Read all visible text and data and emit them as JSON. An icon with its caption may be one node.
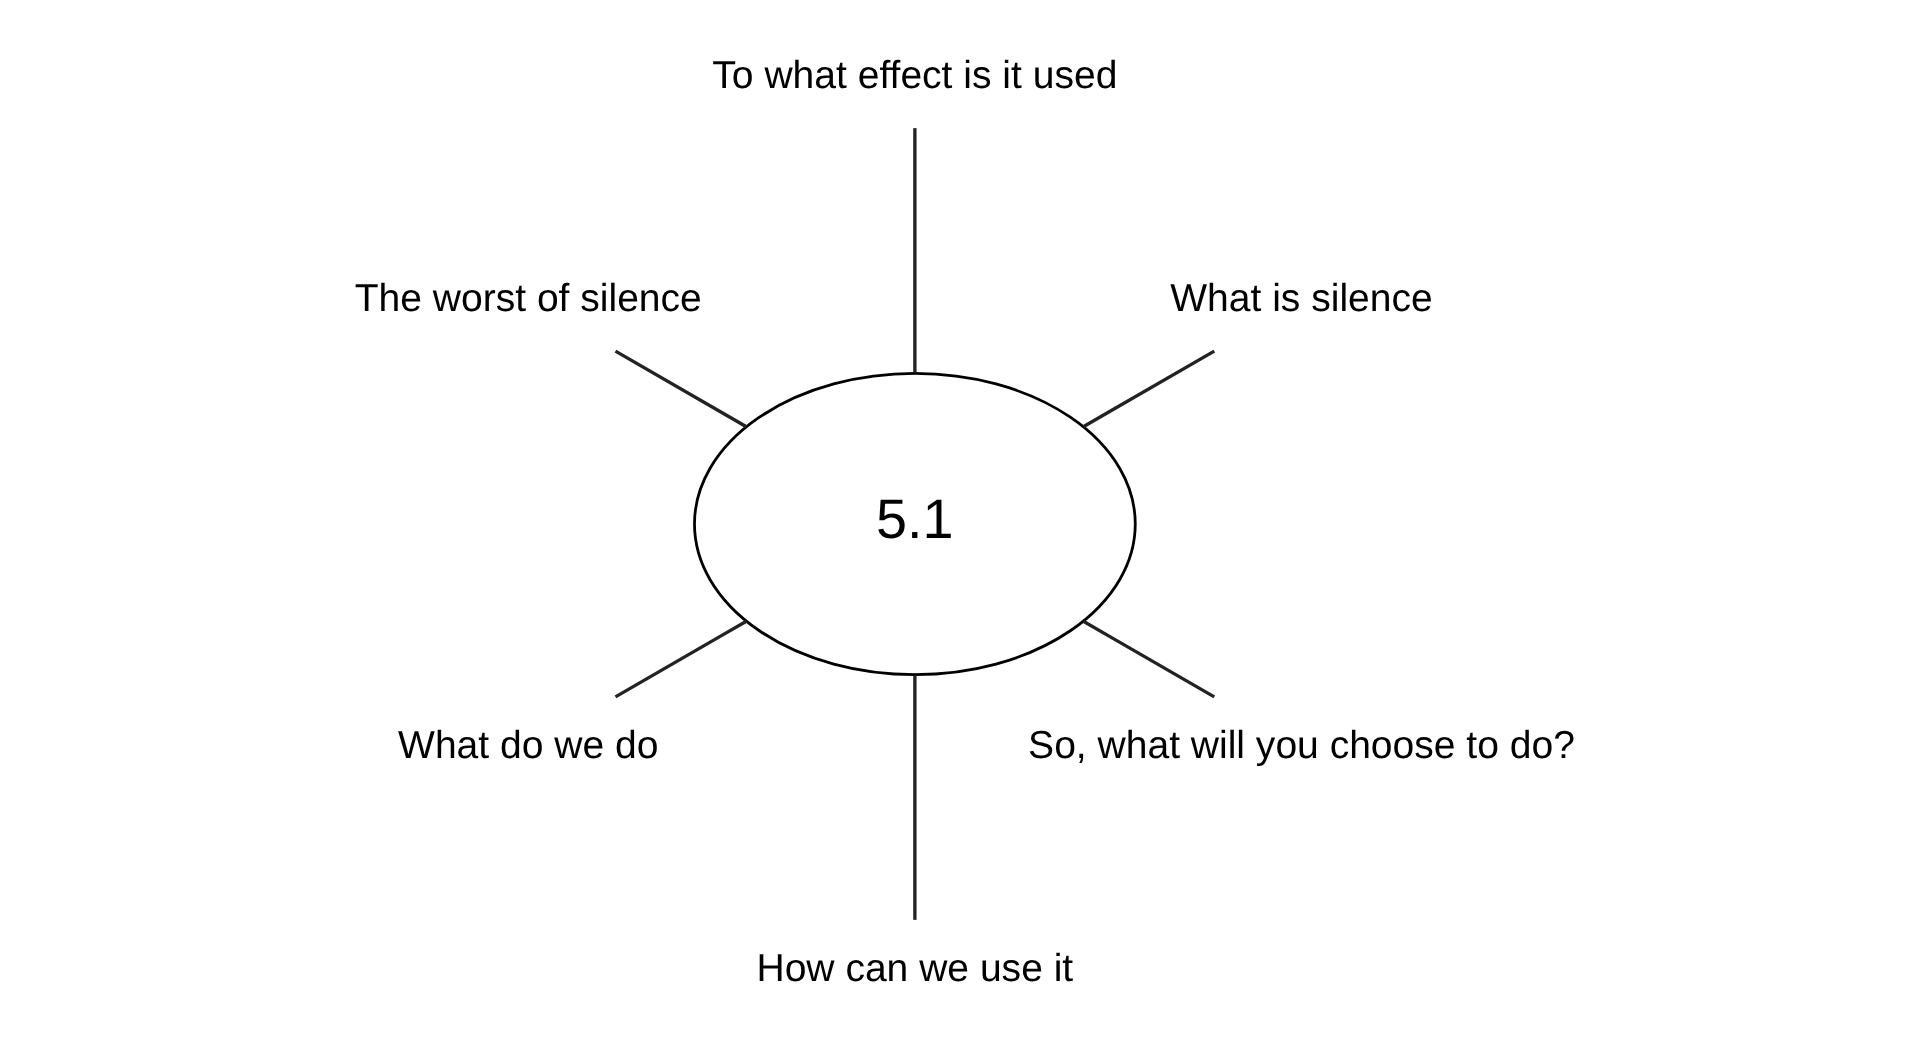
{
  "diagram": {
    "nodes": [
      {
        "text": [
          "5.1"
        ]
      },
      {
        "text": [
          "What is silence"
        ]
      },
      {
        "text": [
          "To what effect is it used"
        ]
      },
      {
        "text": [
          "The worst of silence"
        ]
      },
      {
        "text": [
          "What do we do"
        ]
      },
      {
        "text": [
          "How can we use it"
        ]
      },
      {
        "text": [
          "So, what will you choose to do?"
        ]
      }
    ],
    "edges": [
      {
        "from": 0,
        "to": 1,
        "arrow": "none"
      },
      {
        "from": 0,
        "to": 2,
        "arrow": "none"
      },
      {
        "from": 0,
        "to": 3,
        "arrow": "none"
      },
      {
        "from": 0,
        "to": 4,
        "arrow": "none"
      },
      {
        "from": 0,
        "to": 5,
        "arrow": "none"
      },
      {
        "from": 0,
        "to": 6,
        "arrow": "none"
      }
    ]
  }
}
